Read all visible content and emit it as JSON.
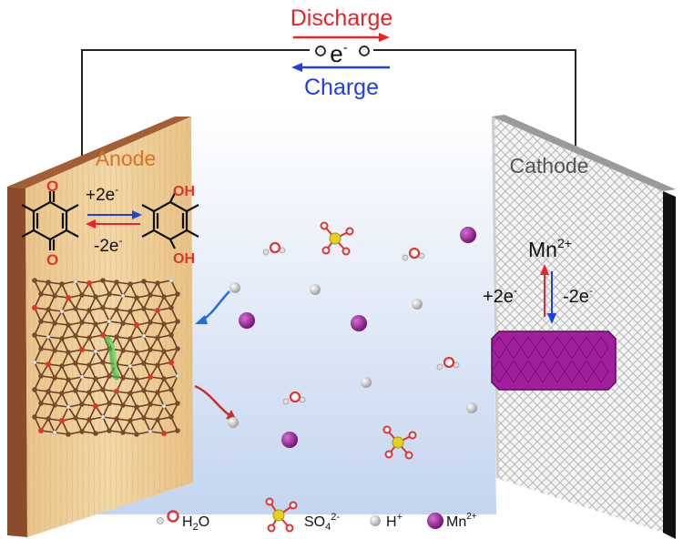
{
  "circuit": {
    "discharge": "Discharge",
    "charge": "Charge",
    "electron": "e",
    "electron_sup": "-"
  },
  "anode": {
    "label": "Anode",
    "forward": "+2e",
    "reverse": "-2e",
    "sup": "-",
    "oxygen": "O",
    "hydroxyl": "OH"
  },
  "cathode": {
    "label": "Cathode",
    "species": "Mn",
    "species_sup": "2+",
    "left": "+2e",
    "right": "-2e",
    "sup": "-"
  },
  "legend": {
    "water": "H",
    "water_sub": "2",
    "water_tail": "O",
    "sulfate": "SO",
    "sulfate_sub": "4",
    "sulfate_sup": "2-",
    "proton": "H",
    "proton_sup": "+",
    "mn": "Mn",
    "mn_sup": "2+"
  },
  "colors": {
    "discharge": "#e8242a",
    "charge": "#1f3fe0",
    "anode_label": "#d9722a",
    "cathode_label": "#555555",
    "mn_ion": "#8b1b8b",
    "sulfur": "#e3d21c",
    "oxygen": "#e0342e",
    "electrolyte_top": "#ffffff",
    "electrolyte_bottom": "#c7d8f0"
  }
}
